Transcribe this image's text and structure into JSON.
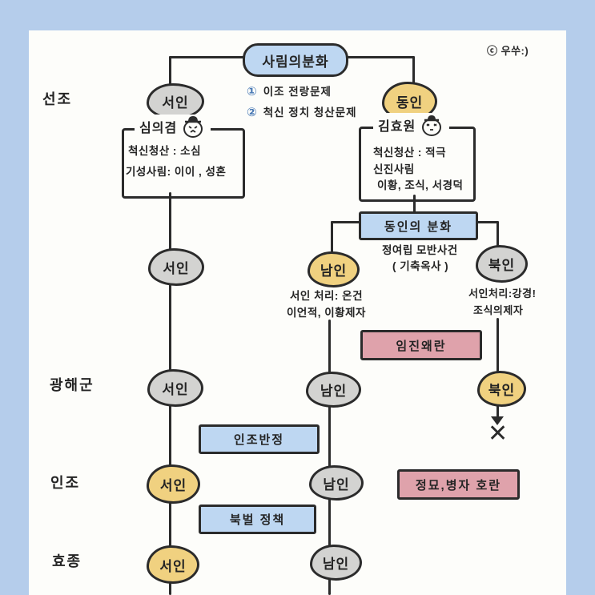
{
  "colors": {
    "frame_blue": "#b5cdeb",
    "canvas_white": "#fdfdfa",
    "box_blue": "#bed7f2",
    "faction_yellow": "#f0d180",
    "faction_gray": "#d3d3d1",
    "event_pink": "#dfa2ab",
    "ink": "#2b2b2b"
  },
  "watermark": "ⓒ 우쑤:)",
  "root": {
    "label": "사림의분화"
  },
  "issues": {
    "n1": "①",
    "t1": "이조 전랑문제",
    "n2": "②",
    "t2": "척신 정치 청산문제"
  },
  "eras": {
    "e1": "선조",
    "e2": "광해군",
    "e3": "인조",
    "e4": "효종"
  },
  "factions": {
    "seoin_seonjo": "서인",
    "dongin_seonjo": "동인",
    "seoin_mid": "서인",
    "namin_mid": "남인",
    "bukin_mid": "북인",
    "seoin_gwanghae": "서인",
    "namin_gwanghae": "남인",
    "bukin_gwanghae": "북인",
    "seoin_injo": "서인",
    "namin_injo": "남인",
    "seoin_hyojong": "서인",
    "namin_hyojong": "남인"
  },
  "sim_uigyeom": {
    "name": "심의겸",
    "line1": "척신청산 : 소심",
    "line2": "기성사림: 이이 , 성혼"
  },
  "kim_hyowon": {
    "name": "김효원",
    "line1": "척신청산 : 적극",
    "line2": "신진사림",
    "line3": "이황, 조식, 서경덕"
  },
  "dongin_split": {
    "title": "동인의 분화",
    "note1": "정여립 모반사건",
    "note2": "( 기축옥사 )"
  },
  "namin_notes": {
    "line1": "서인 처리: 온건",
    "line2": "이언적, 이황제자"
  },
  "bukin_notes": {
    "line1": "서인처리:강경!",
    "line2": "조식의제자"
  },
  "events": {
    "imjin": "임진왜란",
    "injo_banjeong": "인조반정",
    "jeongmyo_byeongja": "정묘,병자 호란",
    "bukbeol": "북벌 정책"
  },
  "extinct_mark": "✕"
}
